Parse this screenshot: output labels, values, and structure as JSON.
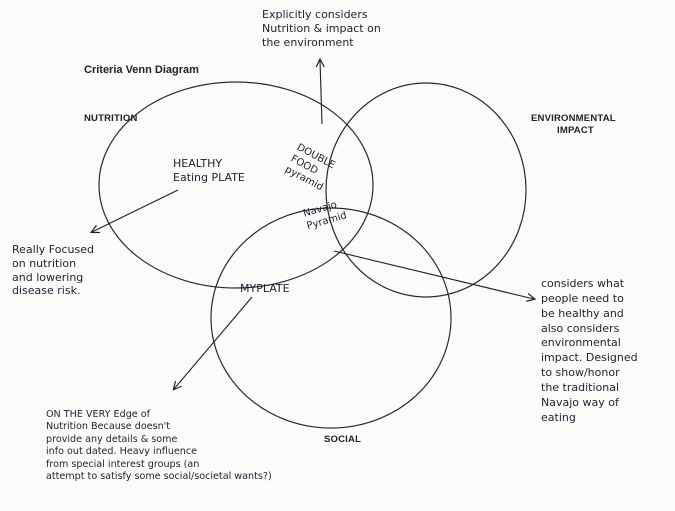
{
  "title": "Criteria Venn Diagram",
  "sets": {
    "nutrition": "NUTRITION",
    "environmental_line1": "ENVIRONMENTAL",
    "environmental_line2": "IMPACT",
    "social": "SOCIAL"
  },
  "regions": {
    "healthy_eating_plate": "HEALTHY\nEating PLATE",
    "double_food_pyramid": "DOUBLE\nFOOD\npyramid",
    "navajo_pyramid": "Navajo\nPyramid",
    "myplate": "MYPLATE"
  },
  "annotations": {
    "top": "Explicitly considers\nNutrition & impact on\nthe environment",
    "left": "Really Focused\non nutrition\nand lowering\ndisease risk.",
    "right": "considers what\npeople need to\nbe healthy and\nalso considers\nenvironmental\nimpact. Designed\nto show/honor\nthe traditional\nNavajo way of\neating",
    "bottom": "ON THE VERY Edge of\nNutrition Because doesn't\nprovide any details & some\ninfo out dated. Heavy influence\nfrom special interest groups (an\nattempt to satisfy some social/societal wants?)"
  },
  "colors": {
    "ink": "#1c2233",
    "circle": "#2a2a2a"
  }
}
